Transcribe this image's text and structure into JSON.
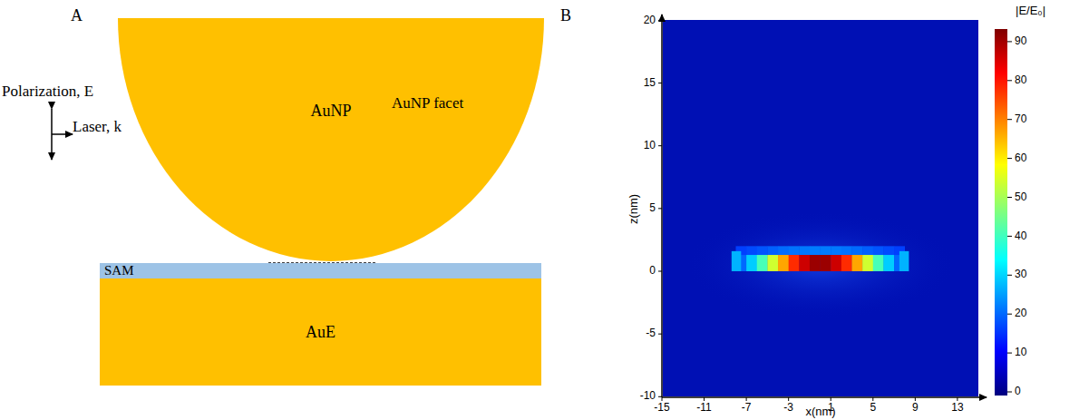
{
  "diagram": {
    "nodes": [
      {
        "text": [
          "AuNP"
        ]
      },
      {
        "text": [
          "SAM"
        ]
      },
      {
        "text": [
          "AuE"
        ]
      }
    ],
    "labels": [
      "A",
      "Polarization, E",
      "Laser, k",
      "AuNP facet",
      "B",
      "|E/E₀|",
      "90",
      "80",
      "70",
      "60",
      "50",
      "40",
      "30",
      "20",
      "10",
      "0",
      "20",
      "15",
      "10",
      "5",
      "0",
      "-5",
      "-10",
      "z(nm)",
      "-15",
      "-11",
      "-7",
      "-3",
      "1",
      "5",
      "9",
      "13",
      "x(nm)"
    ]
  }
}
